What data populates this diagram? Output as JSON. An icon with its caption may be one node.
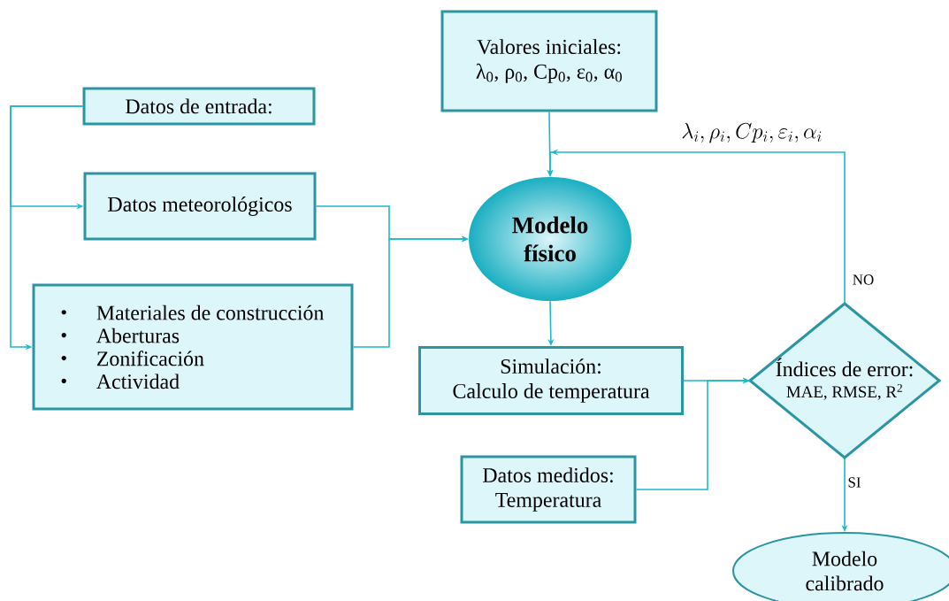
{
  "diagram": {
    "nodes": [
      {
        "text": [
          "Datos de entrada:"
        ]
      },
      {
        "text": [
          "Datos meteorológicos"
        ]
      },
      {
        "text": [
          "Materiales de construcción",
          "Aberturas",
          "Zonificación",
          "Actividad"
        ]
      },
      {
        "text": [
          "Valores iniciales:",
          "λ$_{0}$, ρ$_{0}$, Cp$_{0}$, ε$_{0}$, α$_{0}$"
        ]
      },
      {
        "text": [
          "Modelo físico"
        ]
      },
      {
        "text": [
          "Simulación:",
          "Calculo de temperatura"
        ]
      },
      {
        "text": [
          "Datos medidos:",
          "Temperatura"
        ]
      },
      {
        "text": [
          "Índices de error:",
          "MAE, RMSE, R$^{2}$"
        ]
      },
      {
        "text": [
          "Modelo calibrado"
        ]
      }
    ],
    "edges": [
      {
        "from": 0,
        "to": 1,
        "arrow": "to"
      },
      {
        "from": 0,
        "to": 2,
        "arrow": "to"
      },
      {
        "from": 1,
        "to": 4,
        "arrow": "to"
      },
      {
        "from": 2,
        "to": 4,
        "arrow": "to"
      },
      {
        "from": 3,
        "to": 4,
        "arrow": "to"
      },
      {
        "from": 7,
        "to": 4,
        "arrow": "to",
        "label": "NO"
      },
      {
        "from": 4,
        "to": 5,
        "arrow": "to"
      },
      {
        "from": 5,
        "to": 7,
        "arrow": "to"
      },
      {
        "from": 6,
        "to": 7,
        "arrow": "to"
      },
      {
        "from": 7,
        "to": 8,
        "arrow": "to",
        "label": "SI"
      }
    ],
    "labels": [
      "\\lambda_i, \\rho_i, Cp_i, \\varepsilon_i, \\alpha_i"
    ]
  }
}
